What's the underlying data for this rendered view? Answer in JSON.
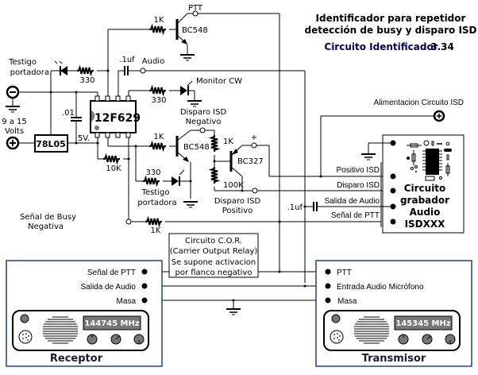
{
  "header": {
    "title_line1": "Identificador para repetidor",
    "title_line2": "detección de busy y disparo ISD",
    "subtitle_name": "Circuito Identificador",
    "subtitle_version": "3.34"
  },
  "colors": {
    "subtitle": "#000066",
    "panel_border": "#1f3f8f",
    "led_gray": "#777777",
    "display_bg": "#777777"
  },
  "power": {
    "negative_symbol": "−",
    "positive_symbol": "+",
    "supply_label_line1": "9 a 15",
    "supply_label_line2": "Volts",
    "regulator": "78L05",
    "rail_label": "5V.",
    "cap_label": ".01"
  },
  "mcu": {
    "label": "12F629"
  },
  "components": {
    "ptt_resistor": "1K",
    "ptt_transistor": "BC548",
    "ptt_label": "PTT",
    "led1_label_line1": "Testigo",
    "led1_label_line2": "portadora",
    "led1_resistor": "330",
    "audio_cap": ".1uf",
    "audio_label": "Audio",
    "monitor_label": "Monitor CW",
    "monitor_resistor": "330",
    "isd_neg_label_line1": "Disparo ISD",
    "isd_neg_label_line2": "Negativo",
    "q2_resistor": "1K",
    "q2_transistor": "BC548",
    "q3_r1": "1K",
    "q3_r2": "100K",
    "q3_transistor": "BC327",
    "plus_label": "+",
    "isd_pos_label_line1": "Disparo ISD",
    "isd_pos_label_line2": "Positivo",
    "led2_resistor": "330",
    "led2_label_line1": "Testigo",
    "led2_label_line2": "portadora",
    "pullup_resistor": "10K",
    "busy_label_line1": "Señal de Busy",
    "busy_label_line2": "Negativa",
    "busy_resistor": "1K",
    "audio_out_cap": ".1uf"
  },
  "isd_module": {
    "power_label": "Alimentacion Circuito ISD",
    "pins": [
      "Positivo ISD",
      "Disparo ISD",
      "Salida de Audio",
      "Señal de PTT"
    ],
    "name_lines": [
      "Circuito",
      "grabador",
      "Audio",
      "ISDXXX"
    ]
  },
  "cor_box": {
    "lines": [
      "Circuito C.O.R.",
      "(Carrier Output Relay)",
      "Se supone activacion",
      "por flanco negativo"
    ]
  },
  "receptor": {
    "pins": [
      "Señal de PTT",
      "Salida de Audio",
      "Masa"
    ],
    "frequency": "144745 MHz",
    "name": "Receptor"
  },
  "transmisor": {
    "pins": [
      "PTT",
      "Entrada Audio Micrófono",
      "Masa"
    ],
    "frequency": "145345 MHz",
    "name": "Transmisor"
  }
}
